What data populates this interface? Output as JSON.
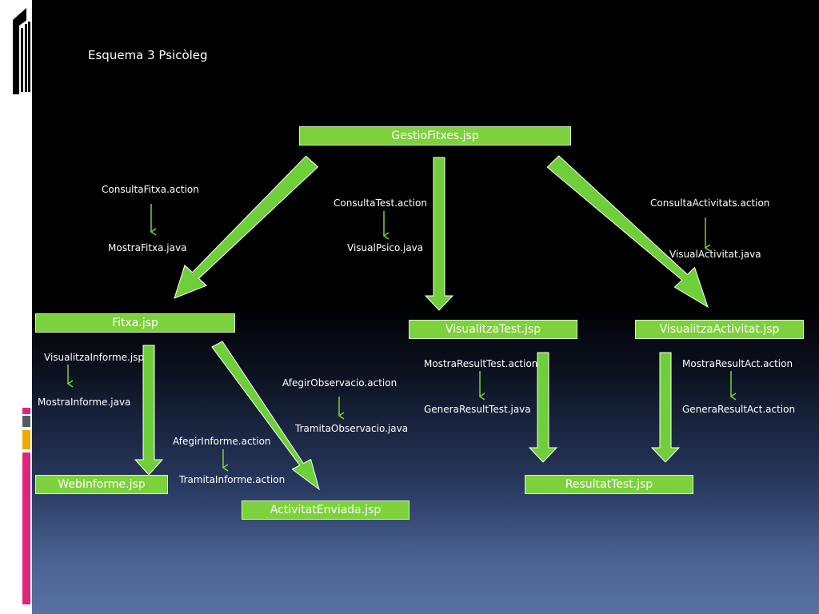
{
  "slide": {
    "title": "Esquema 3 Psicòleg",
    "colors": {
      "box_fill": "#7dd13c",
      "arrow_fill": "#6fcf3a",
      "background_bottom": "#5872a3"
    }
  },
  "boxes": {
    "gestio": "GestioFitxes.jsp",
    "fitxa": "Fitxa.jsp",
    "visualitza_test": "VisualitzaTest.jsp",
    "visualitza_activitat": "VisualitzaActivitat.jsp",
    "web_informe": "WebInforme.jsp",
    "activitat_enviada": "ActivitatEnviada.jsp",
    "resultat_test": "ResultatTest.jsp"
  },
  "labels": {
    "consulta_fitxa": "ConsultaFitxa.action",
    "mostra_fitxa": "MostraFitxa.java",
    "consulta_test": "ConsultaTest.action",
    "visual_psico": "VisualPsico.java",
    "consulta_activitats": "ConsultaActivitats.action",
    "visual_activitat": "VisualActivitat.java",
    "visualitza_informe": "VisualitzaInforme.jsp",
    "mostra_informe": "MostraInforme.java",
    "afegir_observacio": "AfegirObservacio.action",
    "tramita_observacio": "TramitaObservacio.java",
    "afegir_informe": "AfegirInforme.action",
    "tramita_informe": "TramitaInforme.action",
    "mostra_result_test": "MostraResultTest.action",
    "genera_result_test": "GeneraResultTest.java",
    "mostra_result_act": "MostraResultAct.action",
    "genera_result_act": "GeneraResultAct.action"
  }
}
